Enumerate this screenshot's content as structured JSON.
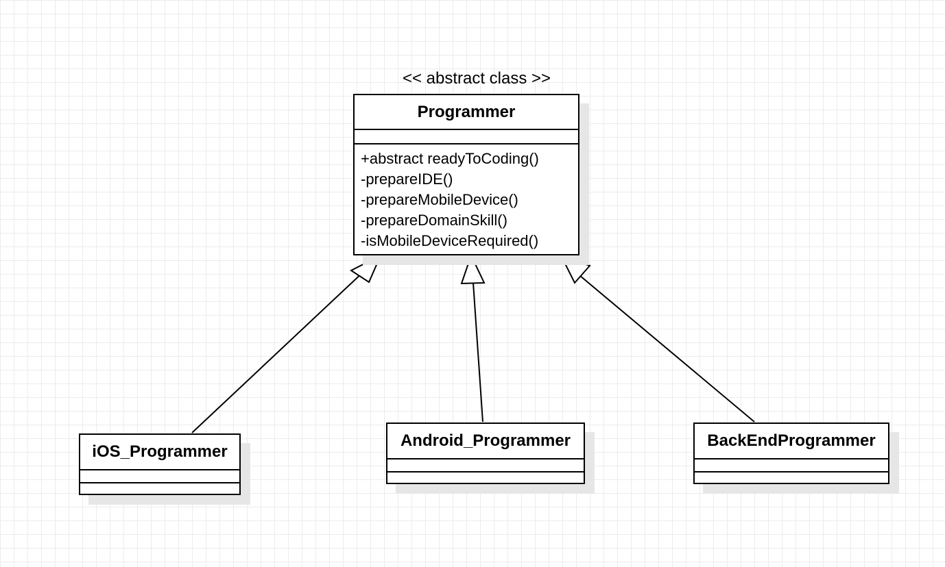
{
  "diagram": {
    "stereotype": "<< abstract class >>",
    "parent": {
      "name": "Programmer",
      "methods": [
        "+abstract readyToCoding()",
        "-prepareIDE()",
        "-prepareMobileDevice()",
        "-prepareDomainSkill()",
        "-isMobileDeviceRequired()"
      ]
    },
    "children": [
      {
        "name": "iOS_Programmer"
      },
      {
        "name": "Android_Programmer"
      },
      {
        "name": "BackEndProgrammer"
      }
    ],
    "relationship": "generalization",
    "colors": {
      "line": "#000000",
      "box_fill": "#ffffff",
      "shadow": "#e6e6e6",
      "grid": "#ececec"
    }
  }
}
